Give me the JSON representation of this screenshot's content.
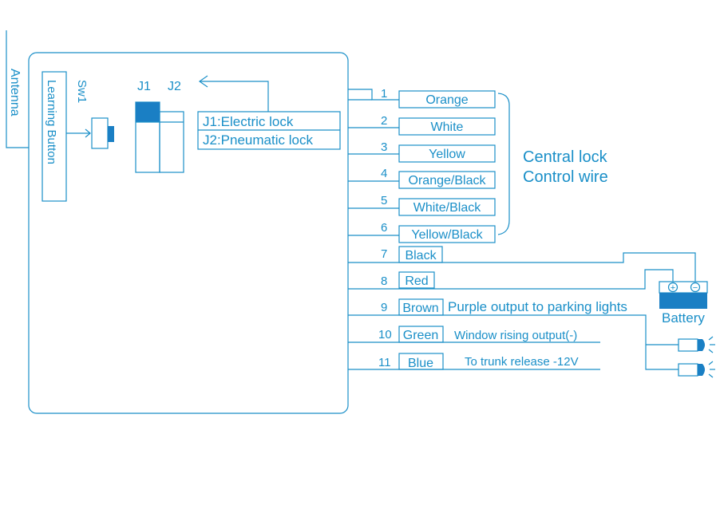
{
  "colors": {
    "line": "#1a8fc8",
    "accent": "#1a7fc4"
  },
  "labels": {
    "antenna": "Antenna",
    "learning_button": "Learning Button",
    "sw1": "Sw1",
    "j1": "J1",
    "j2": "J2",
    "jumper_desc_1": "J1:Electric lock",
    "jumper_desc_2": "J2:Pneumatic lock",
    "central_lock_1": "Central lock",
    "central_lock_2": "Control wire",
    "battery": "Battery",
    "battery_plus": "+",
    "battery_minus": "−",
    "purple_output": "Purple output to parking lights",
    "window_output": "Window rising output(-)",
    "trunk_output": "To trunk release -12V"
  },
  "wires": [
    {
      "num": "1",
      "color": "Orange"
    },
    {
      "num": "2",
      "color": "White"
    },
    {
      "num": "3",
      "color": "Yellow"
    },
    {
      "num": "4",
      "color": "Orange/Black"
    },
    {
      "num": "5",
      "color": "White/Black"
    },
    {
      "num": "6",
      "color": "Yellow/Black"
    },
    {
      "num": "7",
      "color": "Black"
    },
    {
      "num": "8",
      "color": "Red"
    },
    {
      "num": "9",
      "color": "Brown"
    },
    {
      "num": "10",
      "color": "Green"
    },
    {
      "num": "11",
      "color": "Blue"
    }
  ]
}
